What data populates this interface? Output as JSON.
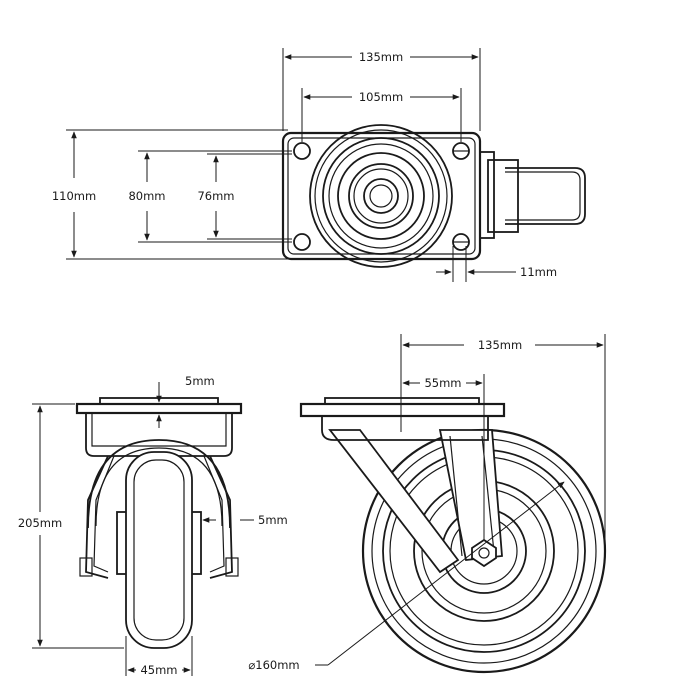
{
  "colors": {
    "line": "#1a1a1a",
    "background": "#ffffff"
  },
  "dimensions": {
    "plate_width": "135mm",
    "hole_spacing_x": "105mm",
    "plate_height": "110mm",
    "hole_spacing_y_outer": "80mm",
    "hole_spacing_y_inner": "76mm",
    "slot_width": "11mm",
    "side_plate_thickness": "5mm",
    "wheel_clearance": "5mm",
    "overall_height": "205mm",
    "wheel_width": "45mm",
    "overall_reach": "135mm",
    "offset": "55mm",
    "wheel_diameter": "⌀160mm"
  }
}
